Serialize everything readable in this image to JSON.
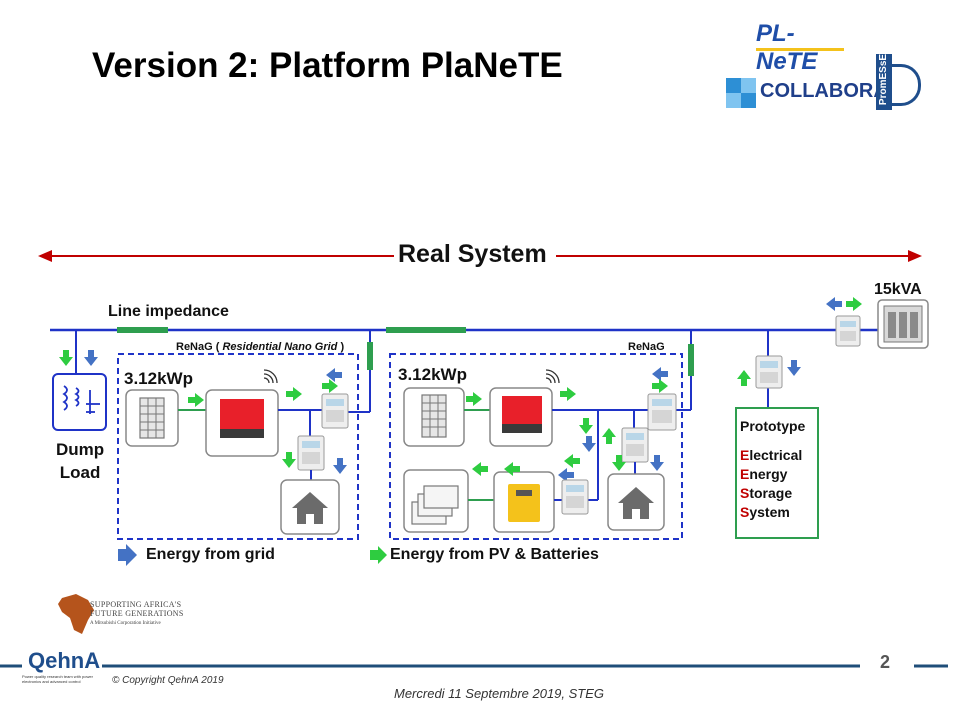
{
  "slide": {
    "title": "Version 2: Platform PlaNeTE",
    "page_number": "2",
    "copyright": "© Copyright  QehnA 2019",
    "date_line": "Mercredi 11 Septembre 2019, STEG"
  },
  "logos": {
    "planete": "PL-NeTE",
    "collabora": "COLLABORA",
    "promese": "PromESsE",
    "qehna": "QehnA",
    "qehna_tagline": "Power quality research team with power electronics and advanced control",
    "africa_line1": "SUPPORTING AFRICA'S",
    "africa_line2": "FUTURE GENERATIONS",
    "africa_line3": "A Mitsubishi Corporation Initiative"
  },
  "diagram": {
    "real_system": "Real System",
    "line_impedance": "Line impedance",
    "renag_left": "ReNaG (",
    "renag_left_italic": "Residential Nano Grid",
    "renag_left_close": ")",
    "renag_right": "ReNaG",
    "pv_left": "3.12kWp",
    "pv_right": "3.12kWp",
    "source": "15kVA",
    "dump_load_1": "Dump",
    "dump_load_2": "Load",
    "prototype": {
      "title": "Prototype",
      "lines": [
        {
          "initial": "E",
          "rest": "lectrical"
        },
        {
          "initial": "E",
          "rest": "nergy"
        },
        {
          "initial": "S",
          "rest": "torage"
        },
        {
          "initial": "S",
          "rest": "ystem"
        }
      ]
    },
    "legend_grid": "Energy from grid",
    "legend_pv": "Energy from PV & Batteries"
  },
  "colors": {
    "busbar": "#1f33c7",
    "impedance": "#2e9e4f",
    "real_arrow": "#c00000",
    "flow_grid": "#4472c4",
    "flow_pv": "#2ecc40",
    "inverter": "#e8202a",
    "battery_inverter": "#f4c21b",
    "prototype_border": "#2e9e4f",
    "prototype_initial": "#c00000",
    "footer_line": "#1f4e79"
  }
}
